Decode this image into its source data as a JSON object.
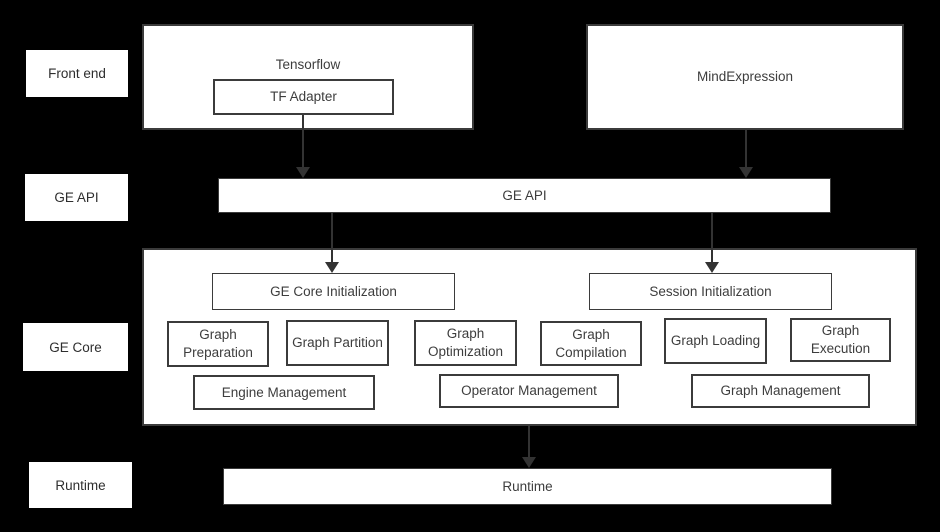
{
  "colors": {
    "background": "#000000",
    "box_fill": "#ffffff",
    "box_border": "#3b3b3b",
    "text": "#3d3d3d",
    "arrow": "#333333"
  },
  "side_labels": {
    "front_end": "Front end",
    "ge_api": "GE API",
    "ge_core": "GE Core",
    "runtime": "Runtime"
  },
  "front_end": {
    "tensorflow": "Tensorflow",
    "tf_adapter": "TF Adapter",
    "mindexpression": "MindExpression"
  },
  "ge_api": {
    "label": "GE API"
  },
  "ge_core": {
    "init_boxes": [
      "GE Core Initialization",
      "Session Initialization"
    ],
    "function_boxes": [
      "Graph Preparation",
      "Graph Partition",
      "Graph Optimization",
      "Graph Compilation",
      "Graph Loading",
      "Graph Execution"
    ],
    "management_boxes": [
      "Engine Management",
      "Operator Management",
      "Graph Management"
    ]
  },
  "runtime": {
    "label": "Runtime"
  }
}
